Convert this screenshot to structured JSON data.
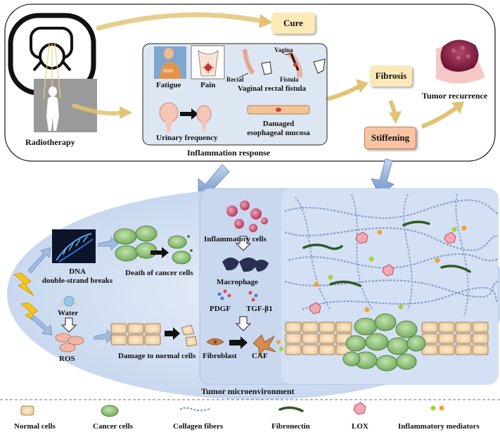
{
  "top": {
    "radiotherapy": "Radiotherapy",
    "cure": "Cure",
    "fibrosis": "Fibrosis",
    "stiffening": "Stiffening",
    "tumor_recurrence": "Tumor recurrence",
    "inflammation_response": "Inflammation response",
    "symptoms": {
      "fatigue": "Fatigue",
      "pain": "Pain",
      "rectal": "Rectal",
      "vagina": "Vagina",
      "fistula": "Fistula",
      "vaginal_rectal_fistula": "Vaginal rectal fistula",
      "urinary_frequency": "Urinary frequency",
      "damaged_mucosa_line1": "Damaged",
      "damaged_mucosa_line2": "esophageal mucosa"
    }
  },
  "bottom": {
    "dna_line1": "DNA",
    "dna_line2": "double-strand breaks",
    "death_cancer": "Death of cancer cells",
    "water": "Water",
    "ros": "ROS",
    "damage_normal": "Damage to normal cells",
    "inflammatory_cells": "Inflammatory cells",
    "macrophage": "Macrophage",
    "pdgf": "PDGF",
    "tgfb1": "TGF-β1",
    "fibroblast": "Fibroblast",
    "caf": "CAF",
    "tumor_microenvironment": "Tumor microenvironment"
  },
  "legend": {
    "normal_cells": "Normal cells",
    "cancer_cells": "Cancer cells",
    "collagen_fibers": "Collagen fibers",
    "fibronectin": "Fibronectin",
    "lox": "LOX",
    "inflammatory_mediators": "Inflammatory mediators"
  },
  "colors": {
    "cure_box": "#fbe9b7",
    "fibrosis_box": "#fbe9b7",
    "stiffening_box": "#f7c3a3",
    "symptom_panel": "#dce6f3",
    "ellipse_fill": "#d6e2f1",
    "stroma_panel": "#cddaf0",
    "arrow_gold": "#e9cf86",
    "arrow_blue": "#9fb8dd",
    "normal_cell": "#f6dcb4",
    "cancer_cell": "#8fc37a",
    "fibronectin": "#2f5a24",
    "lox": "#f4a8b4",
    "collagen": "#7e95c6"
  }
}
